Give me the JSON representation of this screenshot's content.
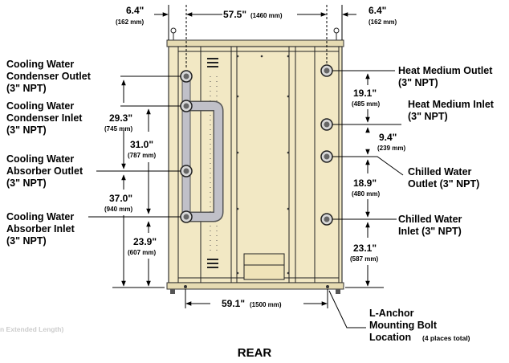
{
  "top_dims": {
    "left_in": "6.4\"",
    "left_mm": "(162 mm)",
    "center_in": "57.5\"",
    "center_mm": "(1460 mm)",
    "right_in": "6.4\"",
    "right_mm": "(162 mm)"
  },
  "bottom_dim": {
    "in": "59.1\"",
    "mm": "(1500 mm)"
  },
  "left_labels": {
    "cond_out": [
      "Cooling Water",
      "Condenser Outlet",
      "(3\" NPT)"
    ],
    "cond_in": [
      "Cooling Water",
      "Condenser Inlet",
      "(3\" NPT)"
    ],
    "abs_out": [
      "Cooling Water",
      "Absorber Outlet",
      "(3\" NPT)"
    ],
    "abs_in": [
      "Cooling Water",
      "Absorber Inlet",
      "(3\" NPT)"
    ]
  },
  "left_dims": {
    "d1_in": "29.3\"",
    "d1_mm": "(745 mm)",
    "d2_in": "31.0\"",
    "d2_mm": "(787 mm)",
    "d3_in": "37.0\"",
    "d3_mm": "(940 mm)",
    "d4_in": "23.9\"",
    "d4_mm": "(607 mm)"
  },
  "right_labels": {
    "hm_out": [
      "Heat Medium Outlet",
      "(3\" NPT)"
    ],
    "hm_in": [
      "Heat Medium Inlet",
      "(3\" NPT)"
    ],
    "ch_out": [
      "Chilled Water",
      "Outlet  (3\" NPT)"
    ],
    "ch_in": [
      "Chilled Water",
      "Inlet (3\" NPT)"
    ]
  },
  "right_dims": {
    "d1_in": "19.1\"",
    "d1_mm": "(485 mm)",
    "d2_in": "9.4\"",
    "d2_mm": "(239 mm)",
    "d3_in": "18.9\"",
    "d3_mm": "(480 mm)",
    "d4_in": "23.1\"",
    "d4_mm": "(587 mm)"
  },
  "anchor": {
    "line1": "L-Anchor",
    "line2": "Mounting Bolt",
    "line3": "Location",
    "note": "(4 places total)"
  },
  "faded_text": "n Extended Length)",
  "view_title": "REAR",
  "colors": {
    "panel": "#f2e8c4",
    "pipe": "#b8b8c0",
    "outline": "#333333"
  }
}
